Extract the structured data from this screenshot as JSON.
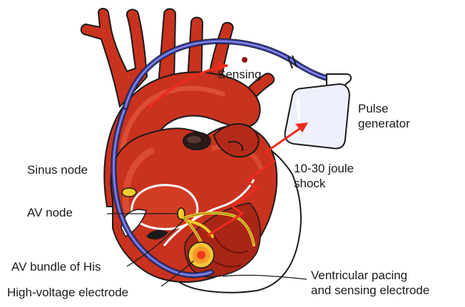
{
  "colors": {
    "heart": "#c8321e",
    "heart_dark": "#8c1a10",
    "heart_light": "#e25a3e",
    "lead_wire": "#3a3fa8",
    "lead_wire_light": "#8d8fe0",
    "conduction": "#f2cc2e",
    "shock_arrow": "#ee2a1e",
    "generator_fill": "#eef0fb",
    "outline": "#1a1a1a"
  },
  "labels": {
    "sensing": "Sensing",
    "pulse_generator": [
      "Pulse",
      "generator"
    ],
    "shock": [
      "10-30 joule",
      "shock"
    ],
    "sinus_node": "Sinus node",
    "av_node": "AV node",
    "av_bundle": "AV bundle of His",
    "high_voltage_electrode": "High-voltage electrode",
    "ventricular_electrode": [
      "Ventricular pacing",
      "and sensing electrode"
    ]
  },
  "icons": {
    "heart": "heart-illustration-icon",
    "generator": "pulse-generator-device-icon",
    "lead": "pacing-lead-icon",
    "shock": "zigzag-shock-arrow-icon"
  }
}
